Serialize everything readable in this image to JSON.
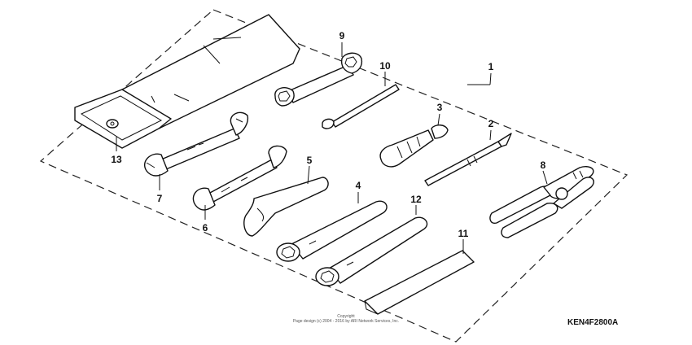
{
  "callouts": {
    "c1": "1",
    "c2": "2",
    "c3": "3",
    "c4": "4",
    "c5": "5",
    "c6": "6",
    "c7": "7",
    "c8": "8",
    "c9": "9",
    "c10": "10",
    "c11": "11",
    "c12": "12",
    "c13": "13"
  },
  "copyright": {
    "line1": "Copyright",
    "line2": "Page design (c) 2004 - 2016 by ARI Network Services, Inc."
  },
  "diagram_code": "KEN4F2800A"
}
